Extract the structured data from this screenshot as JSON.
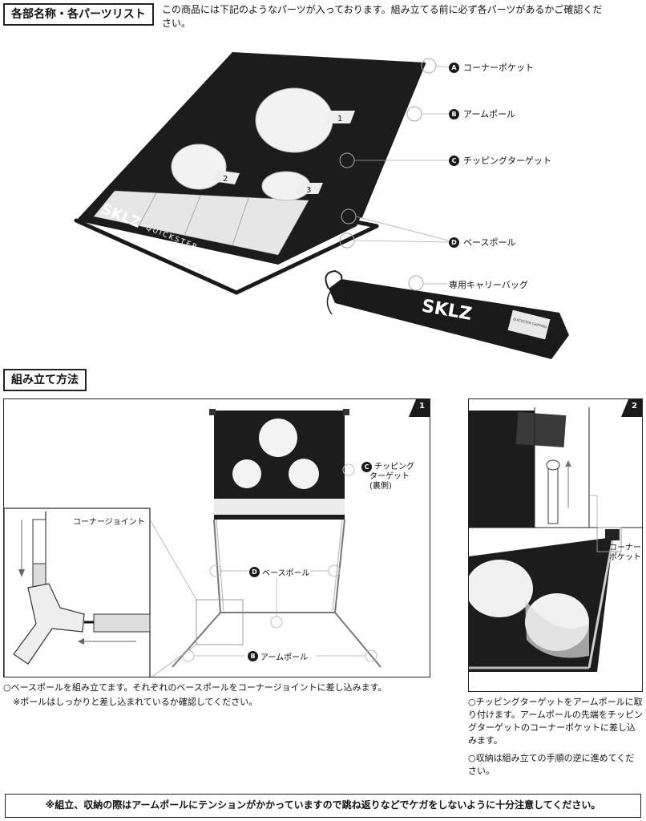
{
  "parts_section": {
    "title": "各部名称・各パーツリスト",
    "intro": "この商品には下記のようなパーツが入っております。組み立てる前に必ず各パーツがあるかご確認ください。",
    "callouts": [
      {
        "badge": "A",
        "label": "コーナーポケット"
      },
      {
        "badge": "B",
        "label": "アームポール"
      },
      {
        "badge": "C",
        "label": "チッピングターゲット"
      },
      {
        "badge": "D",
        "label": "ベースポール"
      },
      {
        "badge": "",
        "label": "専用キャリーバッグ"
      }
    ],
    "net_print": {
      "brand": "SKLZ",
      "model": "QUICKSTER",
      "sub": "CHIPPING NET",
      "hole_numbers": [
        "1",
        "2",
        "3"
      ]
    },
    "bag_print": {
      "brand": "SKLZ",
      "model": "QUICKSTER CHIPPING NET"
    }
  },
  "assembly_section": {
    "title": "組み立て方法",
    "step1": {
      "number": "1",
      "inset_label": "コーナージョイント",
      "target_badge": "C",
      "target_label_1": "チッピング",
      "target_label_2": "ターゲット",
      "target_label_3": "(裏側)",
      "base_badge": "D",
      "base_label": "ベースポール",
      "arm_badge": "B",
      "arm_label": "アームポール",
      "note_1": "○ベースポールを組み立てます。それぞれのベースポールをコーナージョイントに差し込みます。",
      "note_2": "※ポールはしっかりと差し込まれているか確認してください。"
    },
    "step2": {
      "number": "2",
      "corner_label_1": "コーナー",
      "corner_label_2": "ポケット",
      "note_1": "○チッピングターゲットをアームポールに取り付けます。アームポールの先端をチッピングターゲットのコーナーポケットに差し込みます。",
      "note_2": "○収納は組み立ての手順の逆に進めてください。"
    }
  },
  "warning": "※組立、収納の際はアームポールにテンションがかかっていますので跳ね返りなどでケガをしないように十分注意してください。",
  "colors": {
    "ink": "#1a1a1a",
    "net": "#1c1c1c",
    "mesh": "#e8e8e8",
    "line": "#555555"
  }
}
